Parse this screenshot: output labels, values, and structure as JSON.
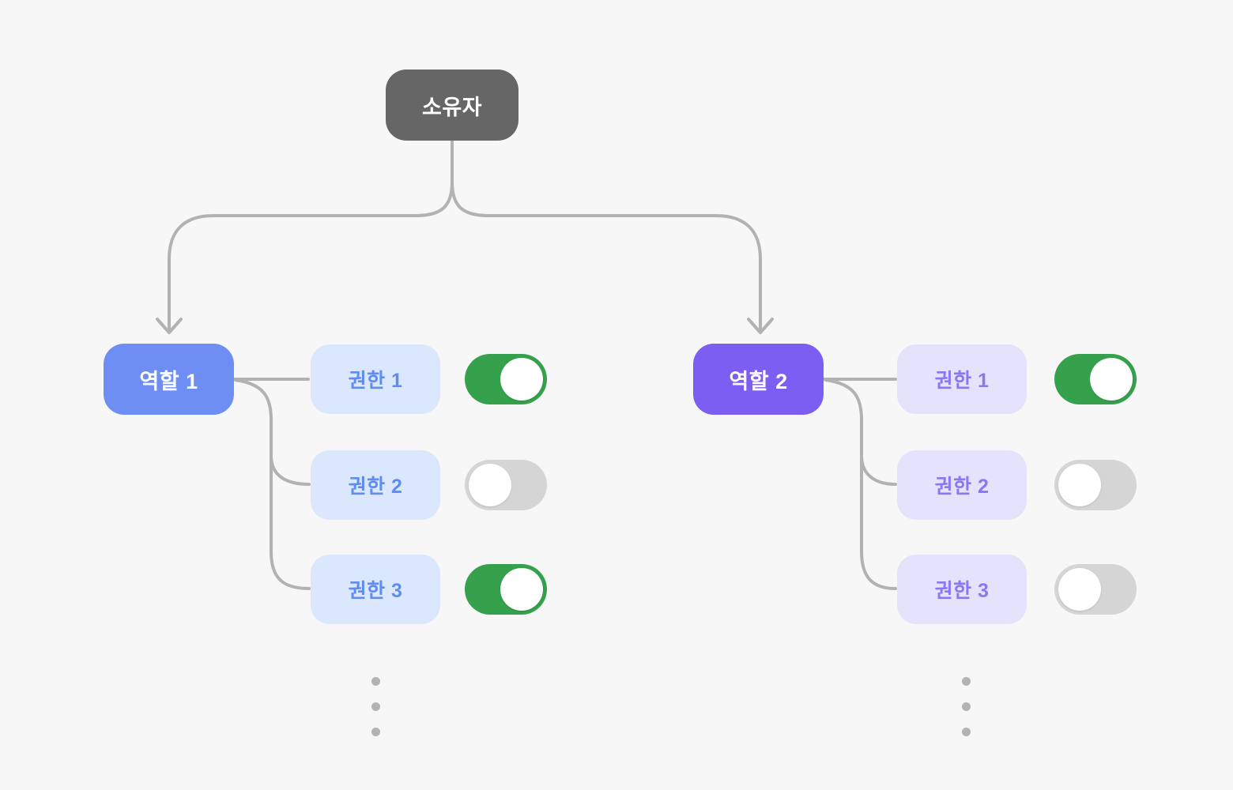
{
  "owner": {
    "label": "소유자"
  },
  "roles": [
    {
      "label": "역할 1",
      "permissions": [
        {
          "label": "권한 1",
          "enabled": true
        },
        {
          "label": "권한 2",
          "enabled": false
        },
        {
          "label": "권한 3",
          "enabled": true
        }
      ]
    },
    {
      "label": "역할 2",
      "permissions": [
        {
          "label": "권한 1",
          "enabled": true
        },
        {
          "label": "권한 2",
          "enabled": false
        },
        {
          "label": "권한 3",
          "enabled": false
        }
      ]
    }
  ],
  "colors": {
    "background": "#f7f7f7",
    "owner_box": "#666666",
    "role1_box": "#6e8ef4",
    "role2_box": "#7d5ef2",
    "perm1_bg": "#dbe7fc",
    "perm1_text": "#5e8cf0",
    "perm2_bg": "#e5e2fc",
    "perm2_text": "#8a77f3",
    "toggle_on": "#35a14c",
    "toggle_off": "#d5d5d5",
    "connector": "#b2b2b2",
    "dots": "#b3b3b3"
  }
}
